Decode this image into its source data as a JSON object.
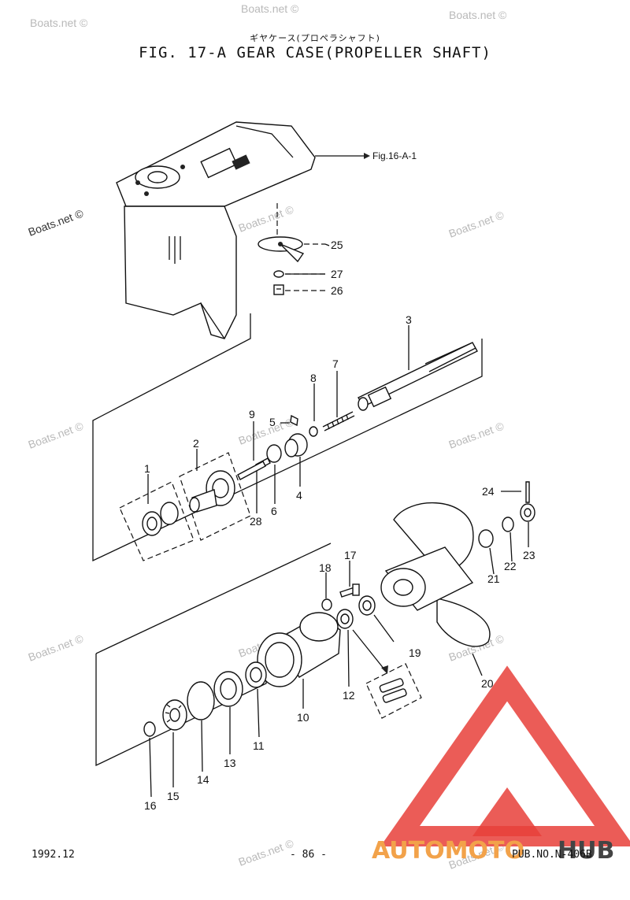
{
  "header": {
    "japanese_title": "ギヤケース(プロペラシャフト)",
    "title": "FIG. 17-A GEAR CASE(PROPELLER SHAFT)"
  },
  "reference": {
    "label": "Fig.16-A-1"
  },
  "parts": [
    "1",
    "2",
    "3",
    "4",
    "5",
    "6",
    "7",
    "8",
    "9",
    "10",
    "11",
    "12",
    "13",
    "14",
    "15",
    "16",
    "17",
    "18",
    "19",
    "20",
    "21",
    "22",
    "23",
    "24",
    "25",
    "26",
    "27",
    "28"
  ],
  "watermark": "Boats.net ©",
  "footer": {
    "date": "1992.12",
    "page": "- 86 -",
    "pub_no": "PUB.NO.N-406B"
  },
  "logo": {
    "text_a": "AUTOMOTO",
    "text_b": "HUB",
    "color_a": "#f2a24a",
    "color_b": "#444444",
    "triangle_color": "#e8403a"
  }
}
